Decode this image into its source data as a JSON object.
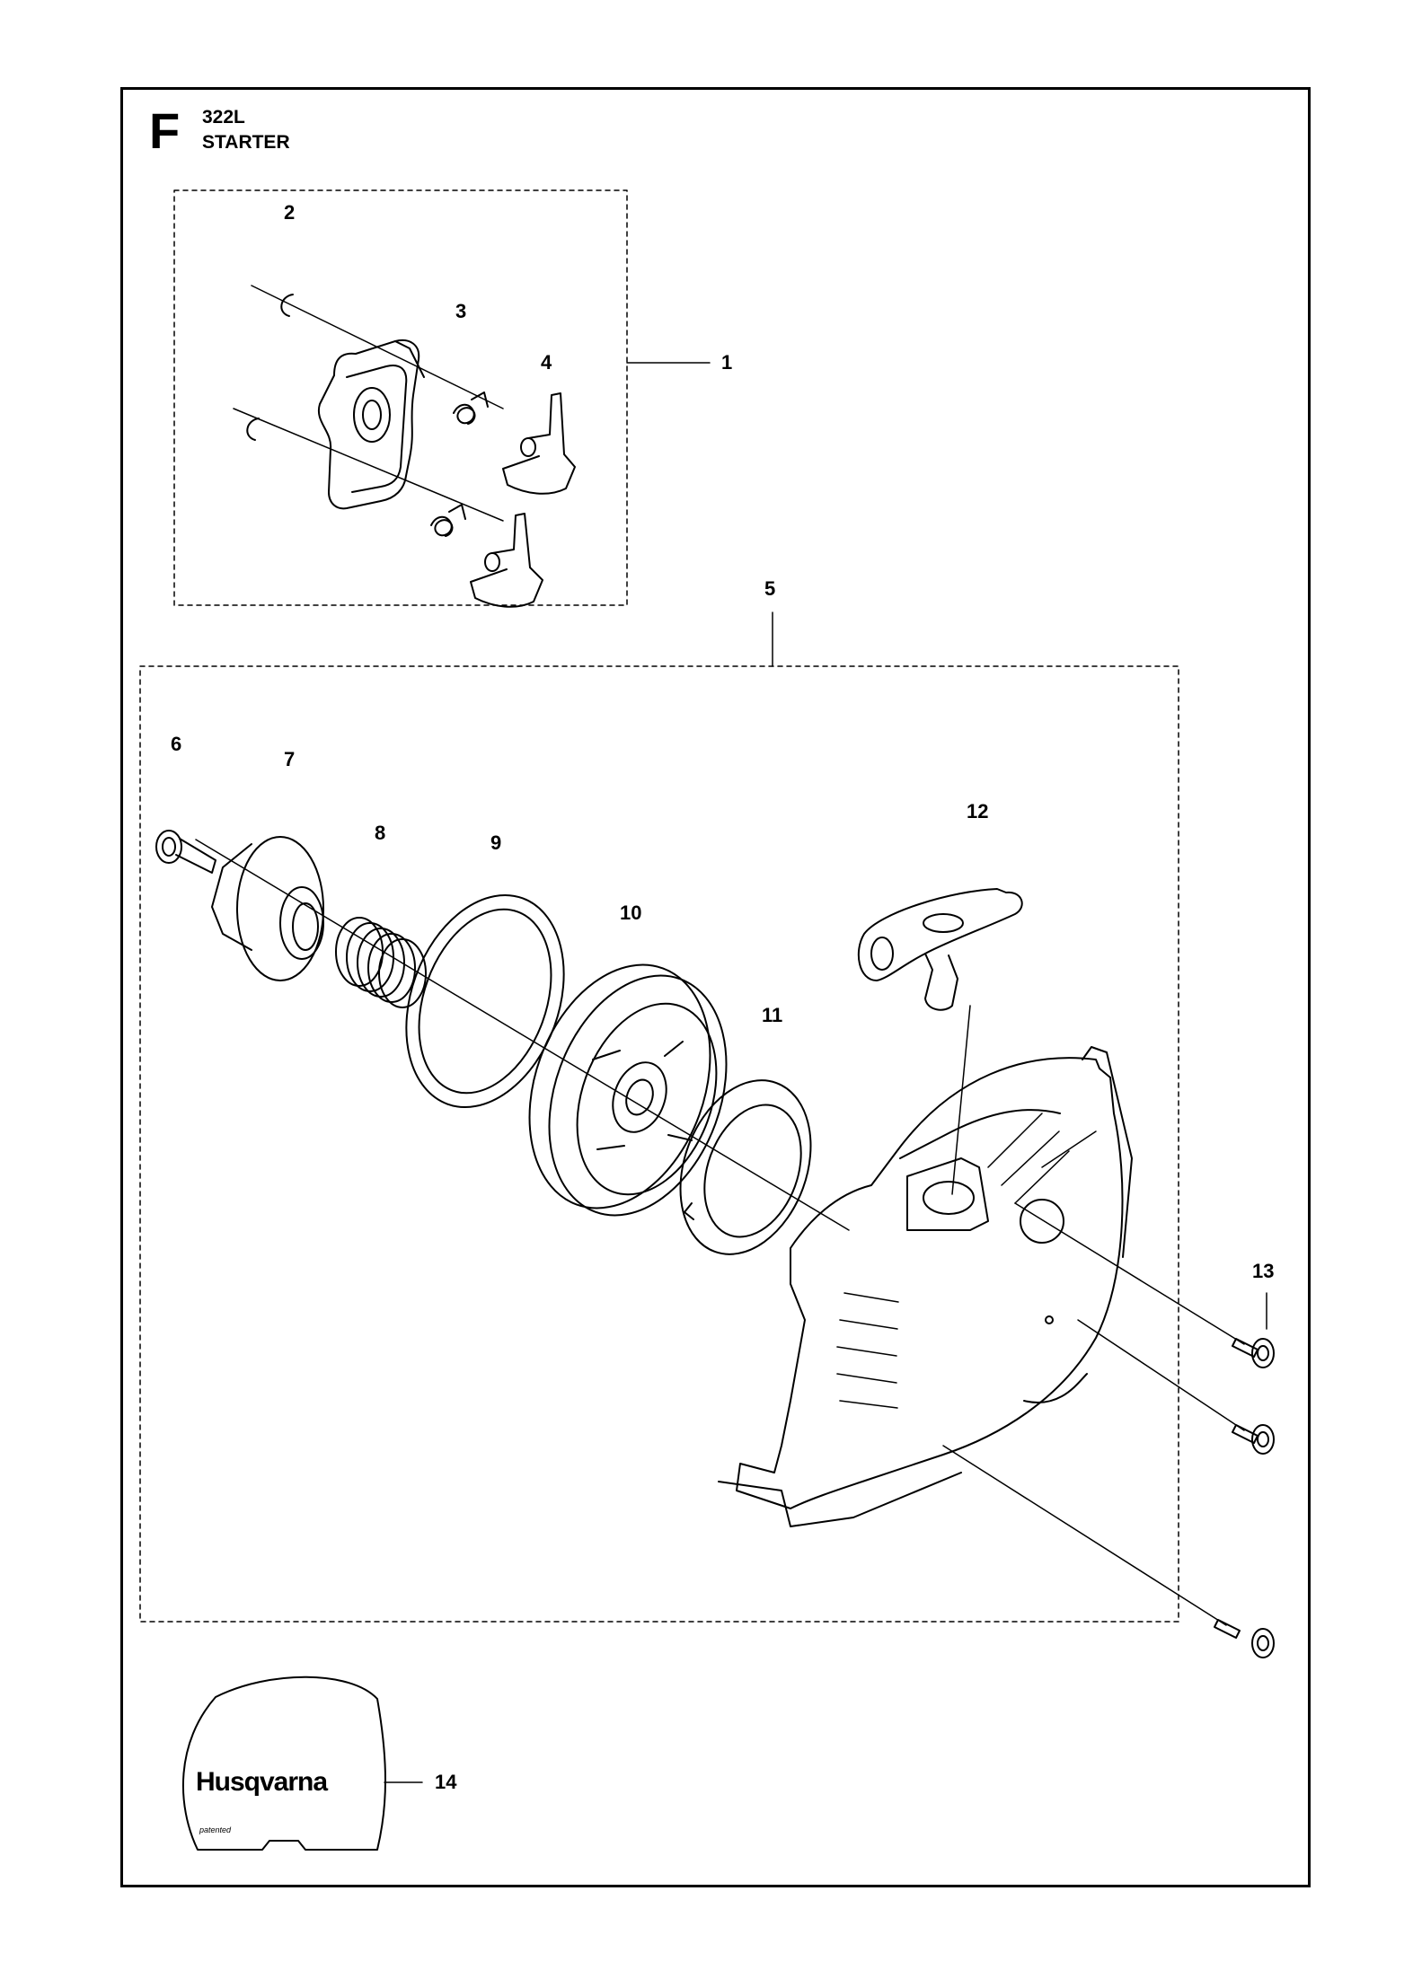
{
  "header": {
    "section_letter": "F",
    "model": "322L",
    "title": "STARTER"
  },
  "callouts": {
    "c1": "1",
    "c2": "2",
    "c3": "3",
    "c4": "4",
    "c5": "5",
    "c6": "6",
    "c7": "7",
    "c8": "8",
    "c9": "9",
    "c10": "10",
    "c11": "11",
    "c12": "12",
    "c13": "13",
    "c14": "14"
  },
  "decal": {
    "brand": "Husqvarna",
    "small_text": "patented"
  },
  "colors": {
    "ink": "#000000",
    "paper": "#ffffff",
    "shade": "#e6e6e6"
  }
}
